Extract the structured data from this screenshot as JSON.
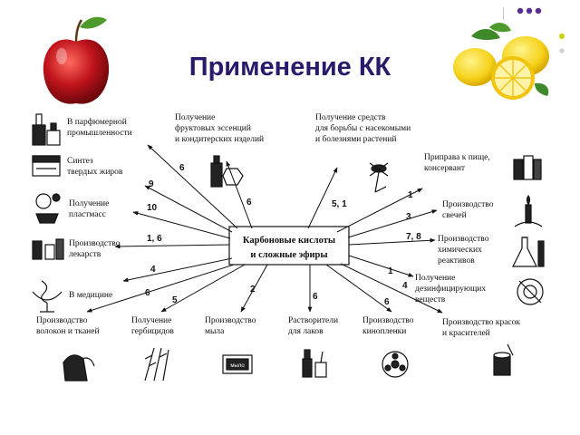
{
  "slide": {
    "title": "Применение КК",
    "background": "#ffffff",
    "title_color": "#2b1a6b"
  },
  "center": {
    "line1": "Карбоновые кислоты",
    "line2": "и сложные эфиры"
  },
  "applications": [
    {
      "id": "perfume",
      "lines": [
        "В парфюмерной",
        "промышленности"
      ],
      "number": "",
      "icon": "perfume-bottle-icon"
    },
    {
      "id": "fruit",
      "lines": [
        "Получение",
        "фруктовых эссенций",
        "и кондитерских изделий"
      ],
      "number": "6",
      "icon": "candy-bottle-icon"
    },
    {
      "id": "pesticide",
      "lines": [
        "Получение средств",
        "для борьбы с насекомыми",
        "и болезнями растений"
      ],
      "number": "5, 1",
      "icon": "insect-icon"
    },
    {
      "id": "spice",
      "lines": [
        "Приправа к пище,",
        "консервант"
      ],
      "number": "1",
      "icon": "jars-icon"
    },
    {
      "id": "fats",
      "lines": [
        "Синтез",
        "твердых жиров"
      ],
      "number": "9",
      "icon": "margarine-box-icon"
    },
    {
      "id": "candles",
      "lines": [
        "Производство",
        "свечей"
      ],
      "number": "3",
      "icon": "candle-icon"
    },
    {
      "id": "plastics",
      "lines": [
        "Получение",
        "пластмасс"
      ],
      "number": "10",
      "icon": "plastic-toys-icon"
    },
    {
      "id": "chem",
      "lines": [
        "Производство",
        "химических",
        "реактивов"
      ],
      "number": "7, 8",
      "icon": "flask-icon"
    },
    {
      "id": "drugs",
      "lines": [
        "Производство",
        "лекарств"
      ],
      "number": "1, 6",
      "icon": "medicine-bottles-icon"
    },
    {
      "id": "disinf",
      "lines": [
        "Получение",
        "дезинфицирующих",
        "веществ"
      ],
      "number": "1",
      "icon": "disinfectant-icon"
    },
    {
      "id": "medicine",
      "lines": [
        "В медицине"
      ],
      "number": "4",
      "icon": "medical-snake-icon"
    },
    {
      "id": "paints",
      "lines": [
        "Производство красок",
        "и красителей"
      ],
      "number": "4",
      "icon": "paint-can-icon"
    },
    {
      "id": "fibers",
      "lines": [
        "Производство",
        "волокон и тканей"
      ],
      "number": "6",
      "icon": "fabric-icon"
    },
    {
      "id": "herb",
      "lines": [
        "Получение",
        "гербицидов"
      ],
      "number": "5",
      "icon": "wheat-icon"
    },
    {
      "id": "soap",
      "lines": [
        "Производство",
        "мыла"
      ],
      "number": "2",
      "icon": "soap-icon"
    },
    {
      "id": "solvents",
      "lines": [
        "Растворители",
        "для лаков"
      ],
      "number": "6",
      "icon": "solvent-bottles-icon"
    },
    {
      "id": "film",
      "lines": [
        "Производство",
        "кинопленки"
      ],
      "number": "6",
      "icon": "film-reel-icon"
    }
  ],
  "extra_numbers": {
    "fruit_right": "6",
    "drugs_low": "4",
    "spice_low": "4",
    "film_right": "6"
  },
  "soap_label": "мыло",
  "colors": {
    "apple": "#c0141c",
    "lemon": "#f5d21a",
    "leaf": "#3e8a2a",
    "dots": "#5b2c8f",
    "lines": "#111111"
  }
}
